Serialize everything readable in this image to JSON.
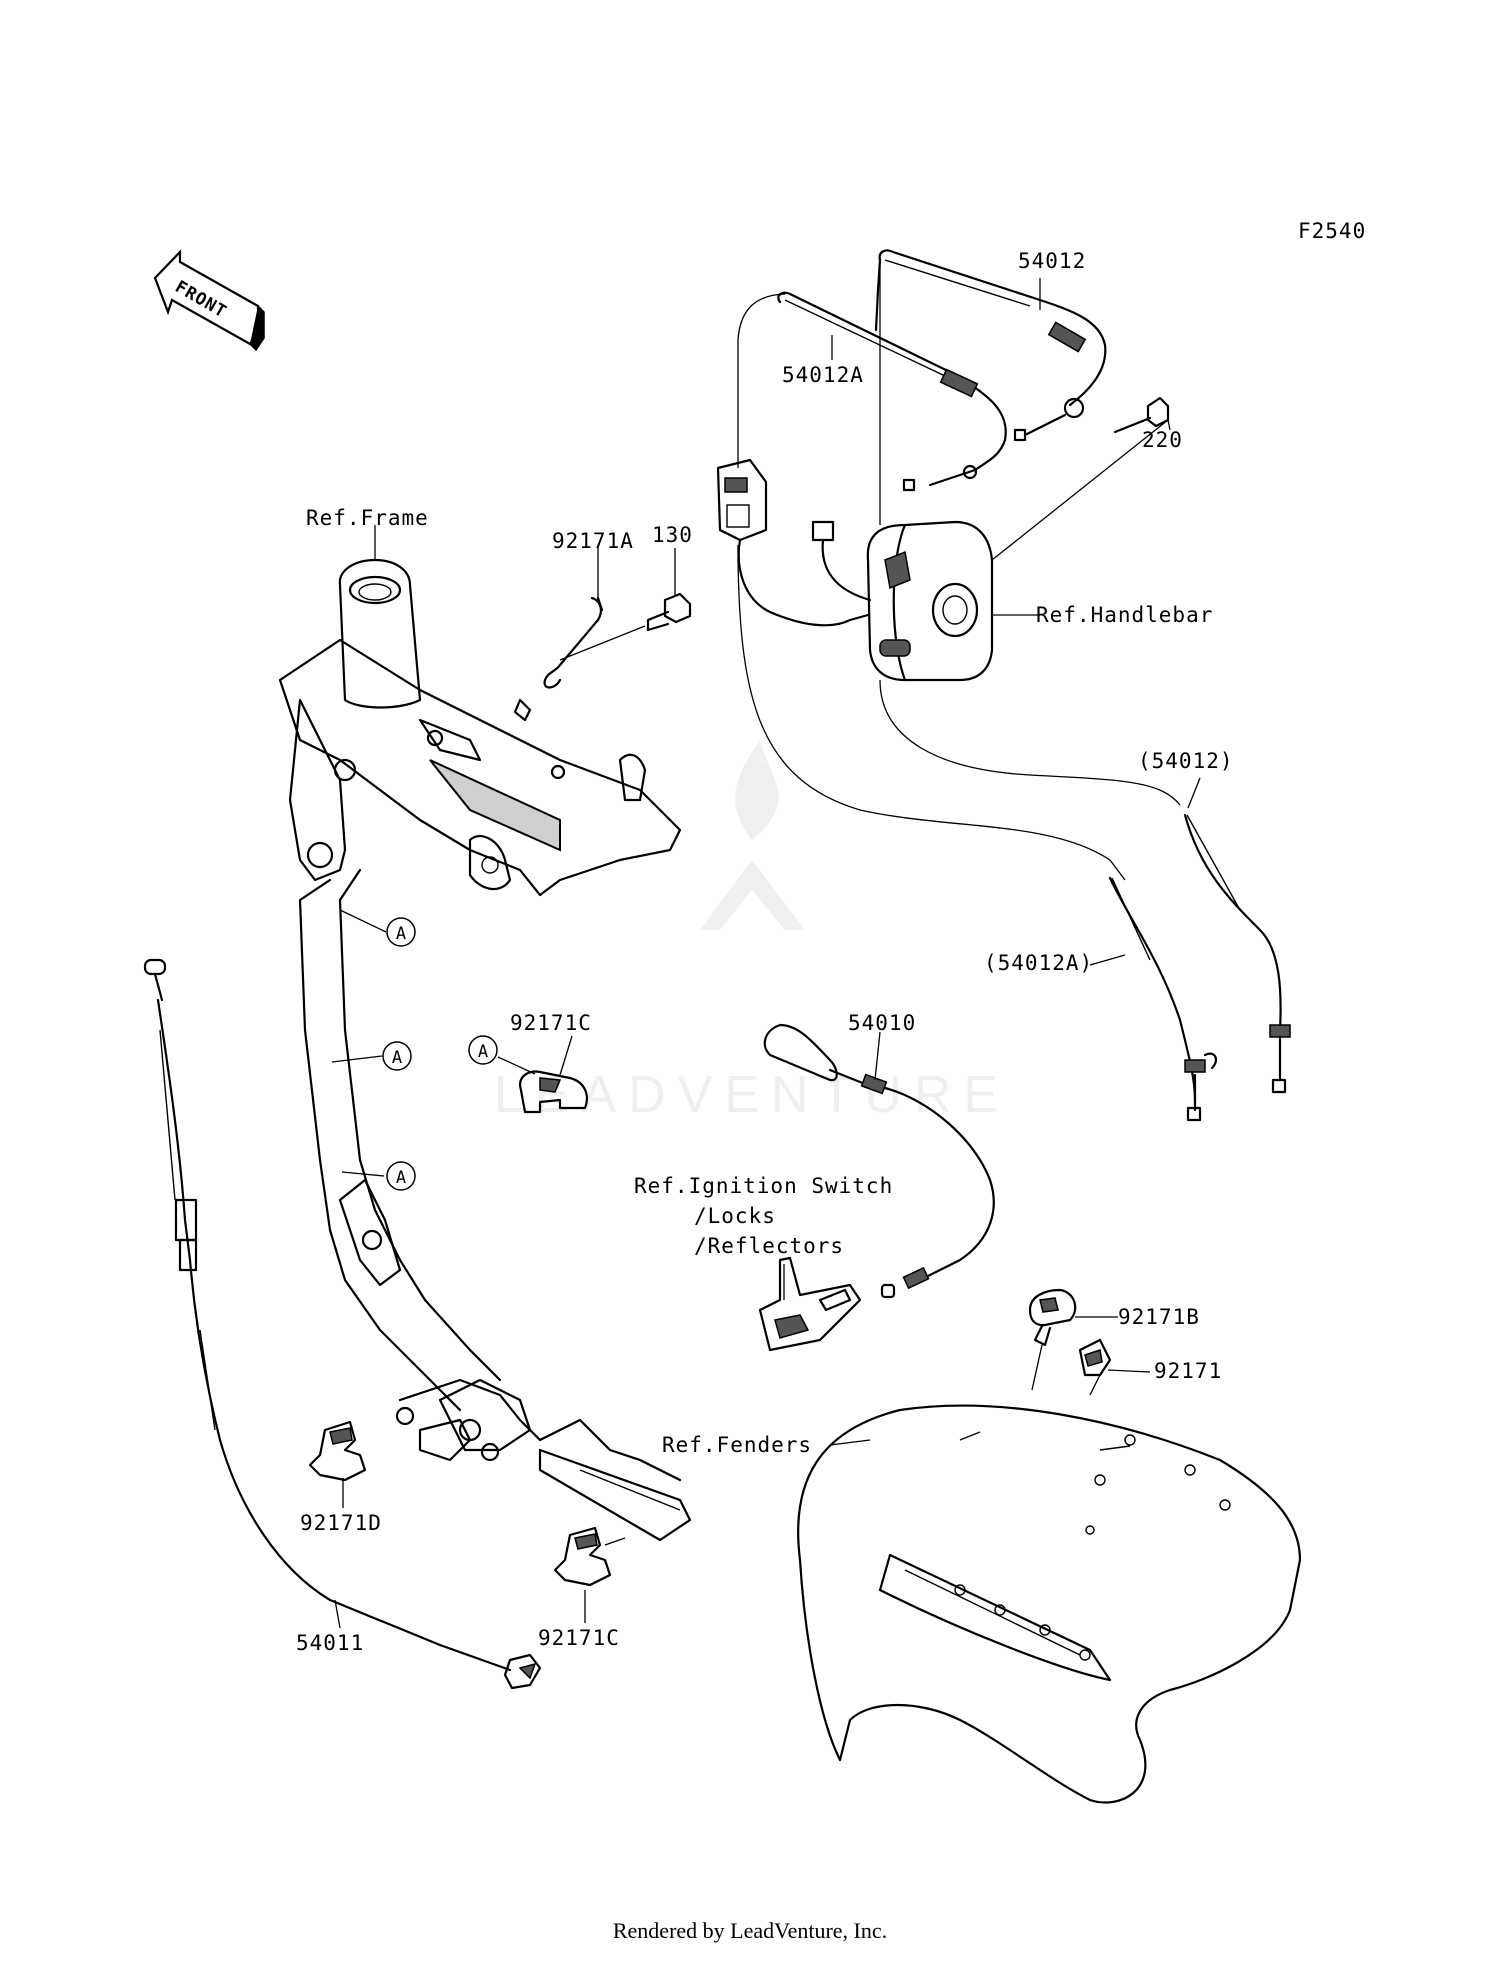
{
  "diagram_code": "F2540",
  "front_label": "FRONT",
  "watermark": "LEADVENTURE",
  "footer": "Rendered by LeadVenture, Inc.",
  "callouts": {
    "p54012": "54012",
    "p54012A": "54012A",
    "p220": "220",
    "p130": "130",
    "p92171A": "92171A",
    "ref_frame": "Ref.Frame",
    "ref_handlebar": "Ref.Handlebar",
    "p54012_ref": "(54012)",
    "p54012A_ref": "(54012A)",
    "p92171C_top": "92171C",
    "p54010": "54010",
    "ref_ignition_1": "Ref.Ignition Switch",
    "ref_ignition_2": "/Locks",
    "ref_ignition_3": "/Reflectors",
    "p92171B": "92171B",
    "p92171": "92171",
    "ref_fenders": "Ref.Fenders",
    "p92171D": "92171D",
    "p54011": "54011",
    "p92171C_bottom": "92171C",
    "marker_a": "A"
  }
}
